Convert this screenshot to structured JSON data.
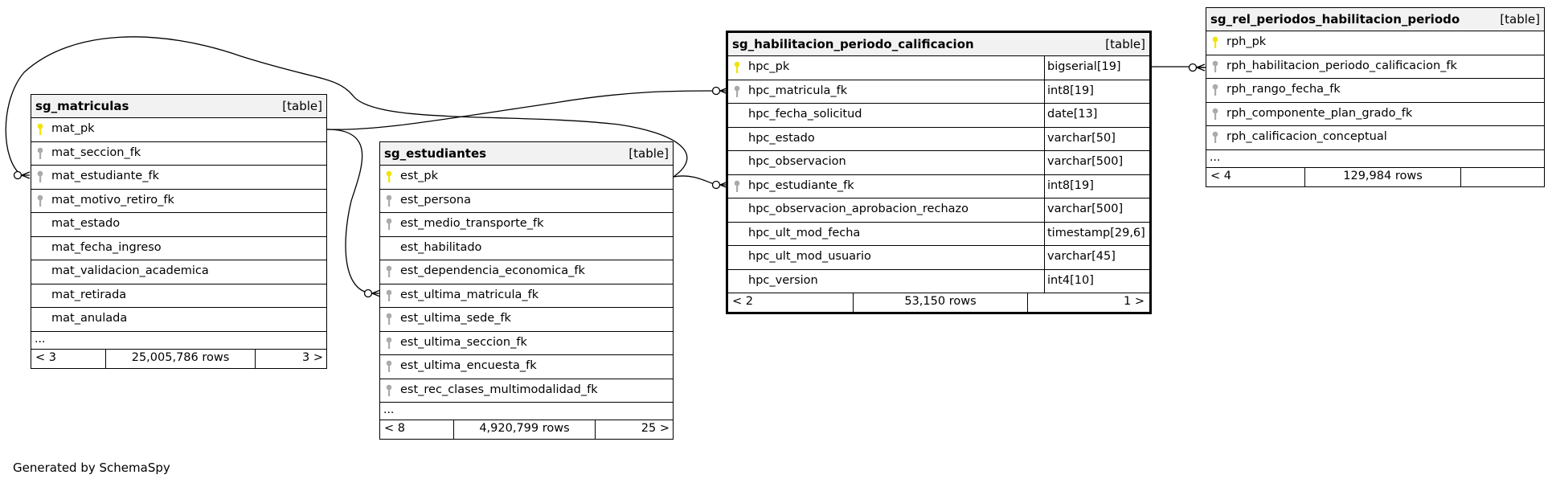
{
  "footer_text": "Generated by SchemaSpy",
  "colors": {
    "primary_key": "#f2e400",
    "foreign_key": "#aaaaaa",
    "header_bg": "#f2f2f2"
  },
  "tables": {
    "matriculas": {
      "name": "sg_matriculas",
      "tag": "[table]",
      "columns": [
        {
          "name": "mat_pk",
          "key": "pk"
        },
        {
          "name": "mat_seccion_fk",
          "key": "fk"
        },
        {
          "name": "mat_estudiante_fk",
          "key": "fk"
        },
        {
          "name": "mat_motivo_retiro_fk",
          "key": "fk"
        },
        {
          "name": "mat_estado",
          "key": ""
        },
        {
          "name": "mat_fecha_ingreso",
          "key": ""
        },
        {
          "name": "mat_validacion_academica",
          "key": ""
        },
        {
          "name": "mat_retirada",
          "key": ""
        },
        {
          "name": "mat_anulada",
          "key": ""
        }
      ],
      "more": "...",
      "footer": {
        "left": "< 3",
        "mid": "25,005,786 rows",
        "right": "3 >"
      }
    },
    "estudiantes": {
      "name": "sg_estudiantes",
      "tag": "[table]",
      "columns": [
        {
          "name": "est_pk",
          "key": "pk"
        },
        {
          "name": "est_persona",
          "key": "fk"
        },
        {
          "name": "est_medio_transporte_fk",
          "key": "fk"
        },
        {
          "name": "est_habilitado",
          "key": ""
        },
        {
          "name": "est_dependencia_economica_fk",
          "key": "fk"
        },
        {
          "name": "est_ultima_matricula_fk",
          "key": "fk"
        },
        {
          "name": "est_ultima_sede_fk",
          "key": "fk"
        },
        {
          "name": "est_ultima_seccion_fk",
          "key": "fk"
        },
        {
          "name": "est_ultima_encuesta_fk",
          "key": "fk"
        },
        {
          "name": "est_rec_clases_multimodalidad_fk",
          "key": "fk"
        }
      ],
      "more": "...",
      "footer": {
        "left": "< 8",
        "mid": "4,920,799 rows",
        "right": "25 >"
      }
    },
    "hpc": {
      "name": "sg_habilitacion_periodo_calificacion",
      "tag": "[table]",
      "columns": [
        {
          "name": "hpc_pk",
          "type": "bigserial[19]",
          "key": "pk"
        },
        {
          "name": "hpc_matricula_fk",
          "type": "int8[19]",
          "key": "fk"
        },
        {
          "name": "hpc_fecha_solicitud",
          "type": "date[13]",
          "key": ""
        },
        {
          "name": "hpc_estado",
          "type": "varchar[50]",
          "key": ""
        },
        {
          "name": "hpc_observacion",
          "type": "varchar[500]",
          "key": ""
        },
        {
          "name": "hpc_estudiante_fk",
          "type": "int8[19]",
          "key": "fk"
        },
        {
          "name": "hpc_observacion_aprobacion_rechazo",
          "type": "varchar[500]",
          "key": ""
        },
        {
          "name": "hpc_ult_mod_fecha",
          "type": "timestamp[29,6]",
          "key": ""
        },
        {
          "name": "hpc_ult_mod_usuario",
          "type": "varchar[45]",
          "key": ""
        },
        {
          "name": "hpc_version",
          "type": "int4[10]",
          "key": ""
        }
      ],
      "footer": {
        "left": "< 2",
        "mid": "53,150 rows",
        "right": "1 >"
      }
    },
    "rph": {
      "name": "sg_rel_periodos_habilitacion_periodo",
      "tag": "[table]",
      "columns": [
        {
          "name": "rph_pk",
          "key": "pk"
        },
        {
          "name": "rph_habilitacion_periodo_calificacion_fk",
          "key": "fk"
        },
        {
          "name": "rph_rango_fecha_fk",
          "key": "fk"
        },
        {
          "name": "rph_componente_plan_grado_fk",
          "key": "fk"
        },
        {
          "name": "rph_calificacion_conceptual",
          "key": "fk"
        }
      ],
      "more": "...",
      "footer": {
        "left": "< 4",
        "mid": "129,984 rows",
        "right": ""
      }
    }
  }
}
